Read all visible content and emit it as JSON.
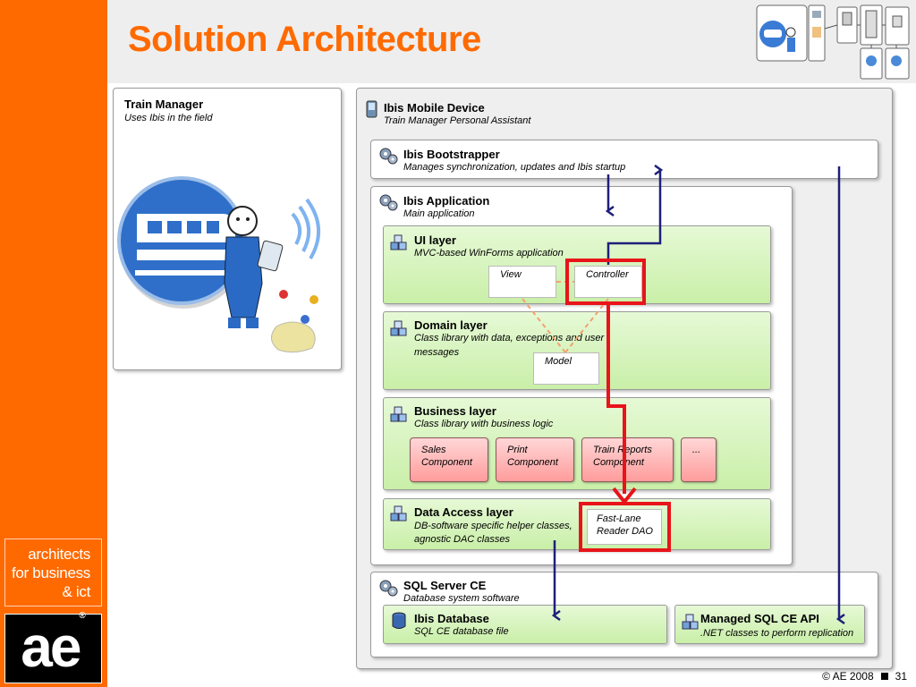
{
  "title": "Solution Architecture",
  "brand": {
    "tagline_lines": [
      "architects",
      "for business",
      "& ict"
    ],
    "logo": "ae",
    "orange": "#ff6a00"
  },
  "train_manager": {
    "title": "Train Manager",
    "subtitle": "Uses Ibis in the field"
  },
  "mobile_device": {
    "title": "Ibis Mobile Device",
    "subtitle": "Train Manager Personal Assistant"
  },
  "bootstrapper": {
    "title": "Ibis Bootstrapper",
    "subtitle": "Manages synchronization, updates and Ibis startup"
  },
  "application": {
    "title": "Ibis Application",
    "subtitle": "Main application"
  },
  "ui_layer": {
    "title": "UI layer",
    "subtitle": "MVC-based WinForms application",
    "view": "View",
    "controller": "Controller"
  },
  "domain_layer": {
    "title": "Domain layer",
    "subtitle_line1": "Class library with data, exceptions and user",
    "subtitle_line2": "messages",
    "model": "Model"
  },
  "business_layer": {
    "title": "Business layer",
    "subtitle": "Class library with business logic",
    "components": [
      {
        "line1": "Sales",
        "line2": "Component"
      },
      {
        "line1": "Print",
        "line2": "Component"
      },
      {
        "line1": "Train Reports",
        "line2": "Component"
      },
      {
        "line1": "...",
        "line2": ""
      }
    ]
  },
  "data_access_layer": {
    "title": "Data Access layer",
    "subtitle_line1": "DB-software specific helper classes,",
    "subtitle_line2": "agnostic DAC classes",
    "dao_line1": "Fast-Lane",
    "dao_line2": "Reader DAO"
  },
  "sql_server": {
    "title": "SQL Server CE",
    "subtitle": "Database system software"
  },
  "ibis_database": {
    "title": "Ibis Database",
    "subtitle": "SQL CE database file"
  },
  "managed_api": {
    "title": "Managed SQL CE API",
    "subtitle": ".NET classes to perform replication"
  },
  "footer": {
    "copyright": "© AE 2008",
    "page_number": "31"
  },
  "colors": {
    "highlight": "#e8141a",
    "arrow": "#1f1f7a",
    "layer_green": "#c9efa8",
    "component_red": "#ff9c9c"
  }
}
